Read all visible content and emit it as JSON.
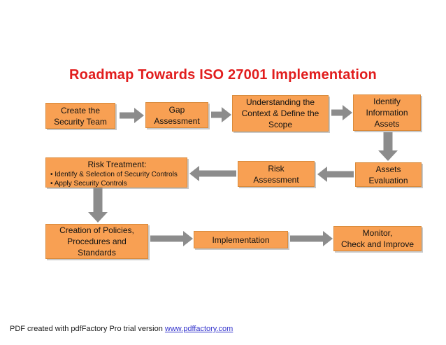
{
  "title": {
    "text": "Roadmap Towards ISO 27001 Implementation",
    "color": "#e11d1d"
  },
  "colors": {
    "box_fill": "#f8a053",
    "box_border": "#d98a3a",
    "box_shadow": "#919191",
    "arrow": "#8c8c8c",
    "title_red": "#e11d1d",
    "link_blue": "#3333cc"
  },
  "boxes": [
    {
      "id": "create-security-team",
      "label": "Create the\nSecurity Team"
    },
    {
      "id": "gap-assessment",
      "label": "Gap\nAssessment"
    },
    {
      "id": "context-scope",
      "label": "Understanding the\nContext & Define the\nScope"
    },
    {
      "id": "identify-information-assets",
      "label": "Identify\nInformation\nAssets"
    },
    {
      "id": "assets-evaluation",
      "label": "Assets\nEvaluation"
    },
    {
      "id": "risk-assessment",
      "label": "Risk\nAssessment"
    },
    {
      "id": "creation-policies",
      "label": "Creation of Policies,\nProcedures and\nStandards"
    },
    {
      "id": "implementation",
      "label": "Implementation"
    },
    {
      "id": "monitor-check-improve",
      "label": "Monitor,\nCheck and Improve"
    }
  ],
  "risk_treatment": {
    "heading": "Risk Treatment:",
    "bullets": [
      "•  Identify & Selection of Security Controls",
      "•  Apply Security Controls"
    ]
  },
  "footer": {
    "text": "PDF created with pdfFactory Pro trial version ",
    "link_text": "www.pdffactory.com"
  }
}
